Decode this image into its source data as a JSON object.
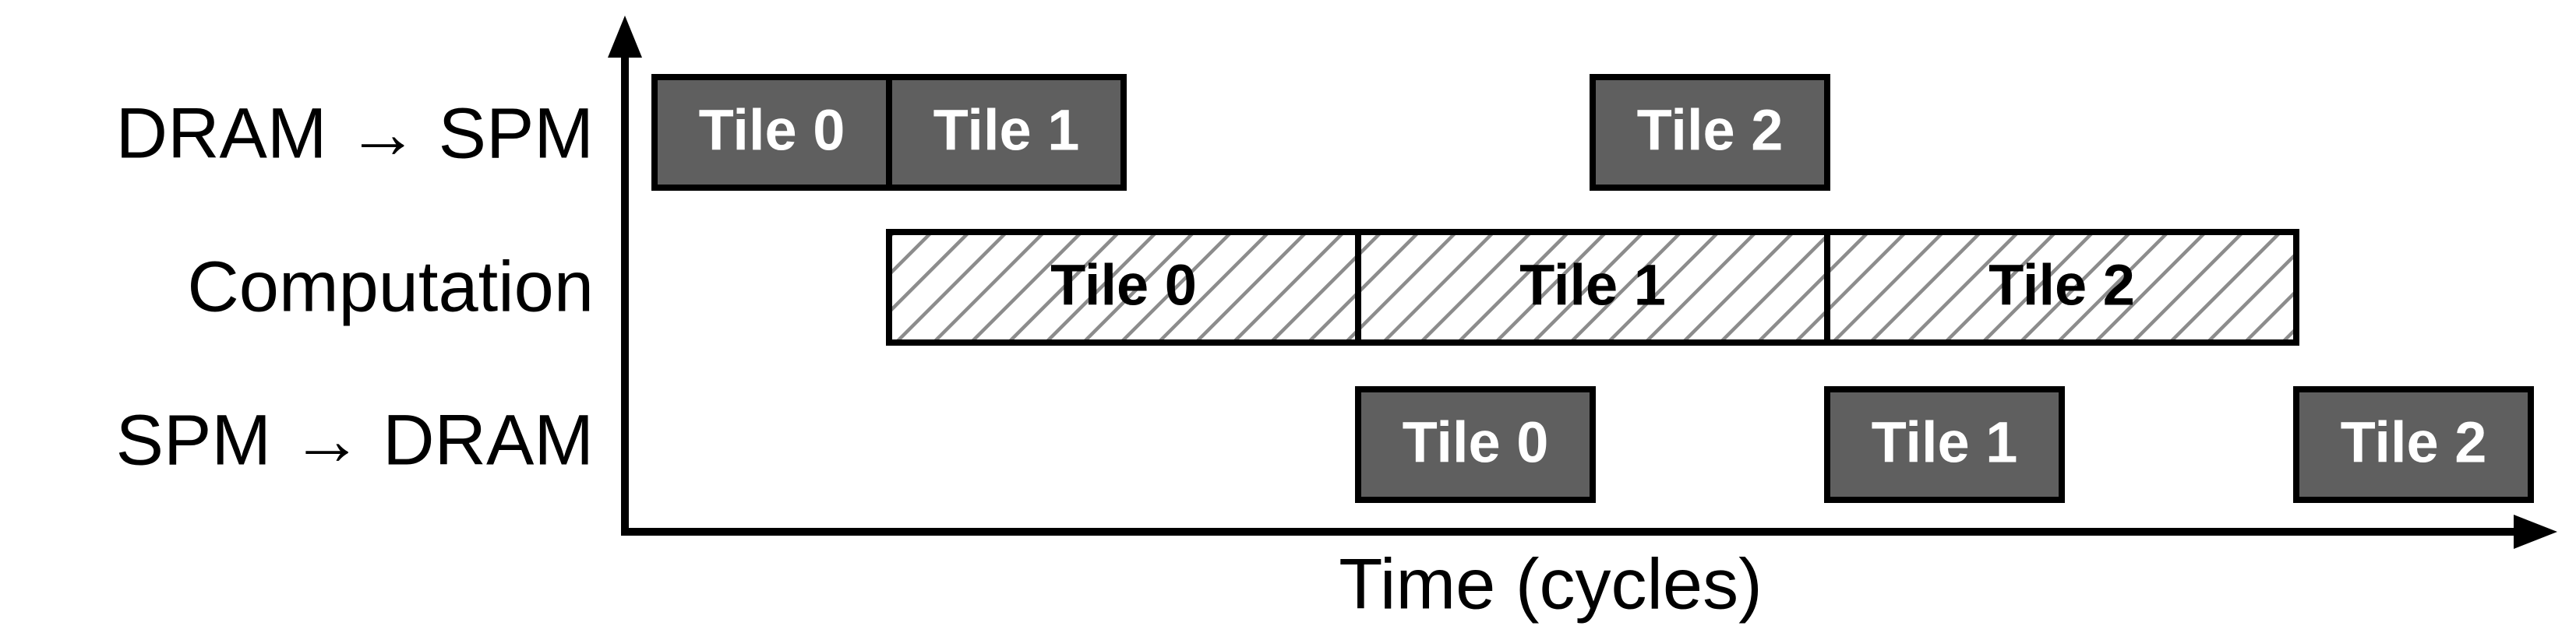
{
  "rows": [
    {
      "label": "DRAM → SPM"
    },
    {
      "label": "Computation"
    },
    {
      "label": "SPM → DRAM"
    }
  ],
  "x_axis_label": "Time (cycles)",
  "tiles": {
    "load": [
      {
        "label": "Tile 0",
        "start": 0,
        "end": 1
      },
      {
        "label": "Tile 1",
        "start": 1,
        "end": 2
      },
      {
        "label": "Tile 2",
        "start": 4,
        "end": 5
      }
    ],
    "compute": [
      {
        "label": "Tile 0",
        "start": 1,
        "end": 3
      },
      {
        "label": "Tile 1",
        "start": 3,
        "end": 5
      },
      {
        "label": "Tile 2",
        "start": 5,
        "end": 7
      }
    ],
    "store": [
      {
        "label": "Tile 0",
        "start": 3,
        "end": 4
      },
      {
        "label": "Tile 1",
        "start": 5,
        "end": 6
      },
      {
        "label": "Tile 2",
        "start": 7,
        "end": 8
      }
    ]
  },
  "colors": {
    "solid_fill": "#5f5f5f",
    "hatch_line": "#8c8c8c",
    "outline": "#000000",
    "axis": "#000000"
  }
}
